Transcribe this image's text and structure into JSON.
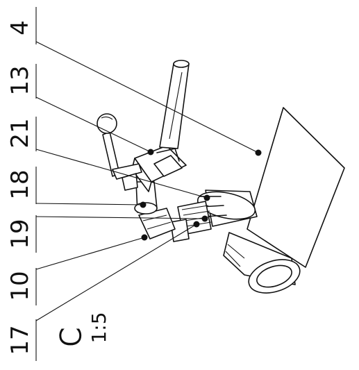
{
  "drawing": {
    "view_letter": "C",
    "scale": "1:5",
    "callouts": [
      {
        "id": "4",
        "label": "4"
      },
      {
        "id": "13",
        "label": "13"
      },
      {
        "id": "21",
        "label": "21"
      },
      {
        "id": "18",
        "label": "18"
      },
      {
        "id": "19",
        "label": "19"
      },
      {
        "id": "10",
        "label": "10"
      },
      {
        "id": "17",
        "label": "17"
      }
    ]
  }
}
